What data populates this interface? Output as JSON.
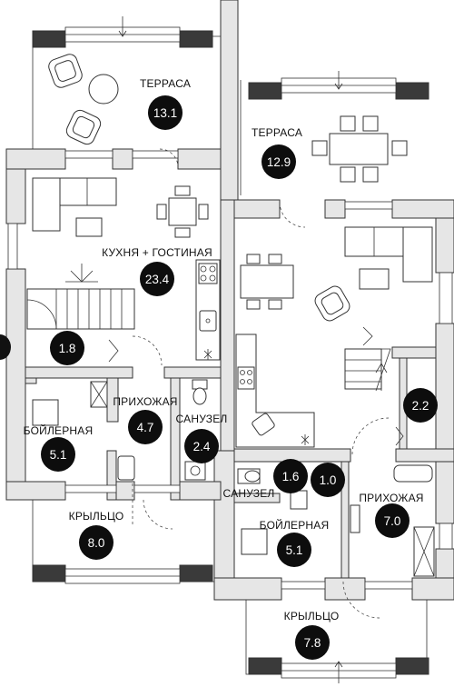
{
  "rooms": [
    {
      "id": "terrace-left",
      "name": "ТЕРРАСА",
      "area": "13.1"
    },
    {
      "id": "terrace-right",
      "name": "ТЕРРАСА",
      "area": "12.9"
    },
    {
      "id": "kitchen-living",
      "name": "КУХНЯ + ГОСТИНАЯ",
      "area": "23.4"
    },
    {
      "id": "stair-left",
      "name": "",
      "area": "1.8"
    },
    {
      "id": "hall-left",
      "name": "ПРИХОЖАЯ",
      "area": "4.7"
    },
    {
      "id": "boiler-left",
      "name": "БОЙЛЕРНАЯ",
      "area": "5.1"
    },
    {
      "id": "bath-left",
      "name": "САНУЗЕЛ",
      "area": "2.4"
    },
    {
      "id": "porch-left",
      "name": "КРЫЛЬЦО",
      "area": "8.0"
    },
    {
      "id": "stair-right",
      "name": "",
      "area": "2.2"
    },
    {
      "id": "bath-right",
      "name": "САНУЗЕЛ",
      "area": "1.6"
    },
    {
      "id": "closet-right",
      "name": "",
      "area": "1.0"
    },
    {
      "id": "hall-right",
      "name": "ПРИХОЖАЯ",
      "area": "7.0"
    },
    {
      "id": "boiler-right",
      "name": "БОЙЛЕРНАЯ",
      "area": "5.1"
    },
    {
      "id": "porch-right",
      "name": "КРЫЛЬЦО",
      "area": "7.8"
    }
  ]
}
